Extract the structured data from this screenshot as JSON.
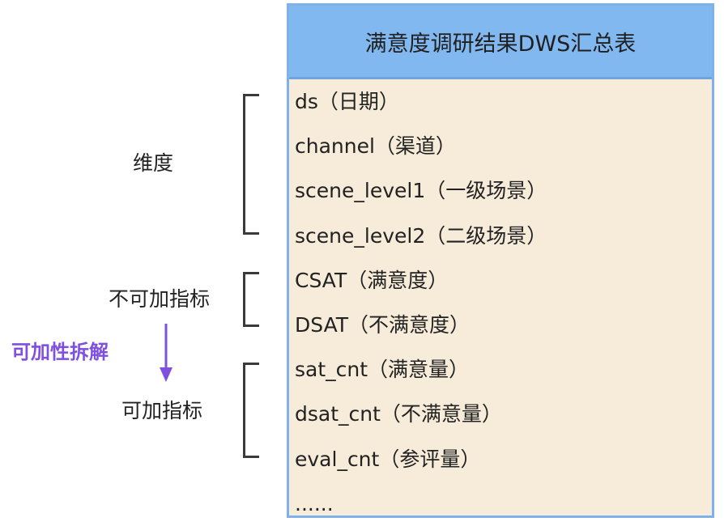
{
  "table": {
    "title": "满意度调研结果DWS汇总表",
    "fields": [
      "ds（日期）",
      "channel（渠道）",
      "scene_level1（一级场景）",
      "scene_level2（二级场景）",
      "CSAT（满意度）",
      "DSAT（不满意度）",
      "sat_cnt（满意量）",
      "dsat_cnt（不满意量）",
      "eval_cnt（参评量）",
      "......"
    ]
  },
  "groups": {
    "dimensions": "维度",
    "non_additive": "不可加指标",
    "additive": "可加指标"
  },
  "transition": {
    "label": "可加性拆解"
  },
  "colors": {
    "header_bg": "#82b8f0",
    "table_border": "#7fb2e8",
    "body_bg": "#f6ecd9",
    "accent": "#7f4fe0"
  }
}
